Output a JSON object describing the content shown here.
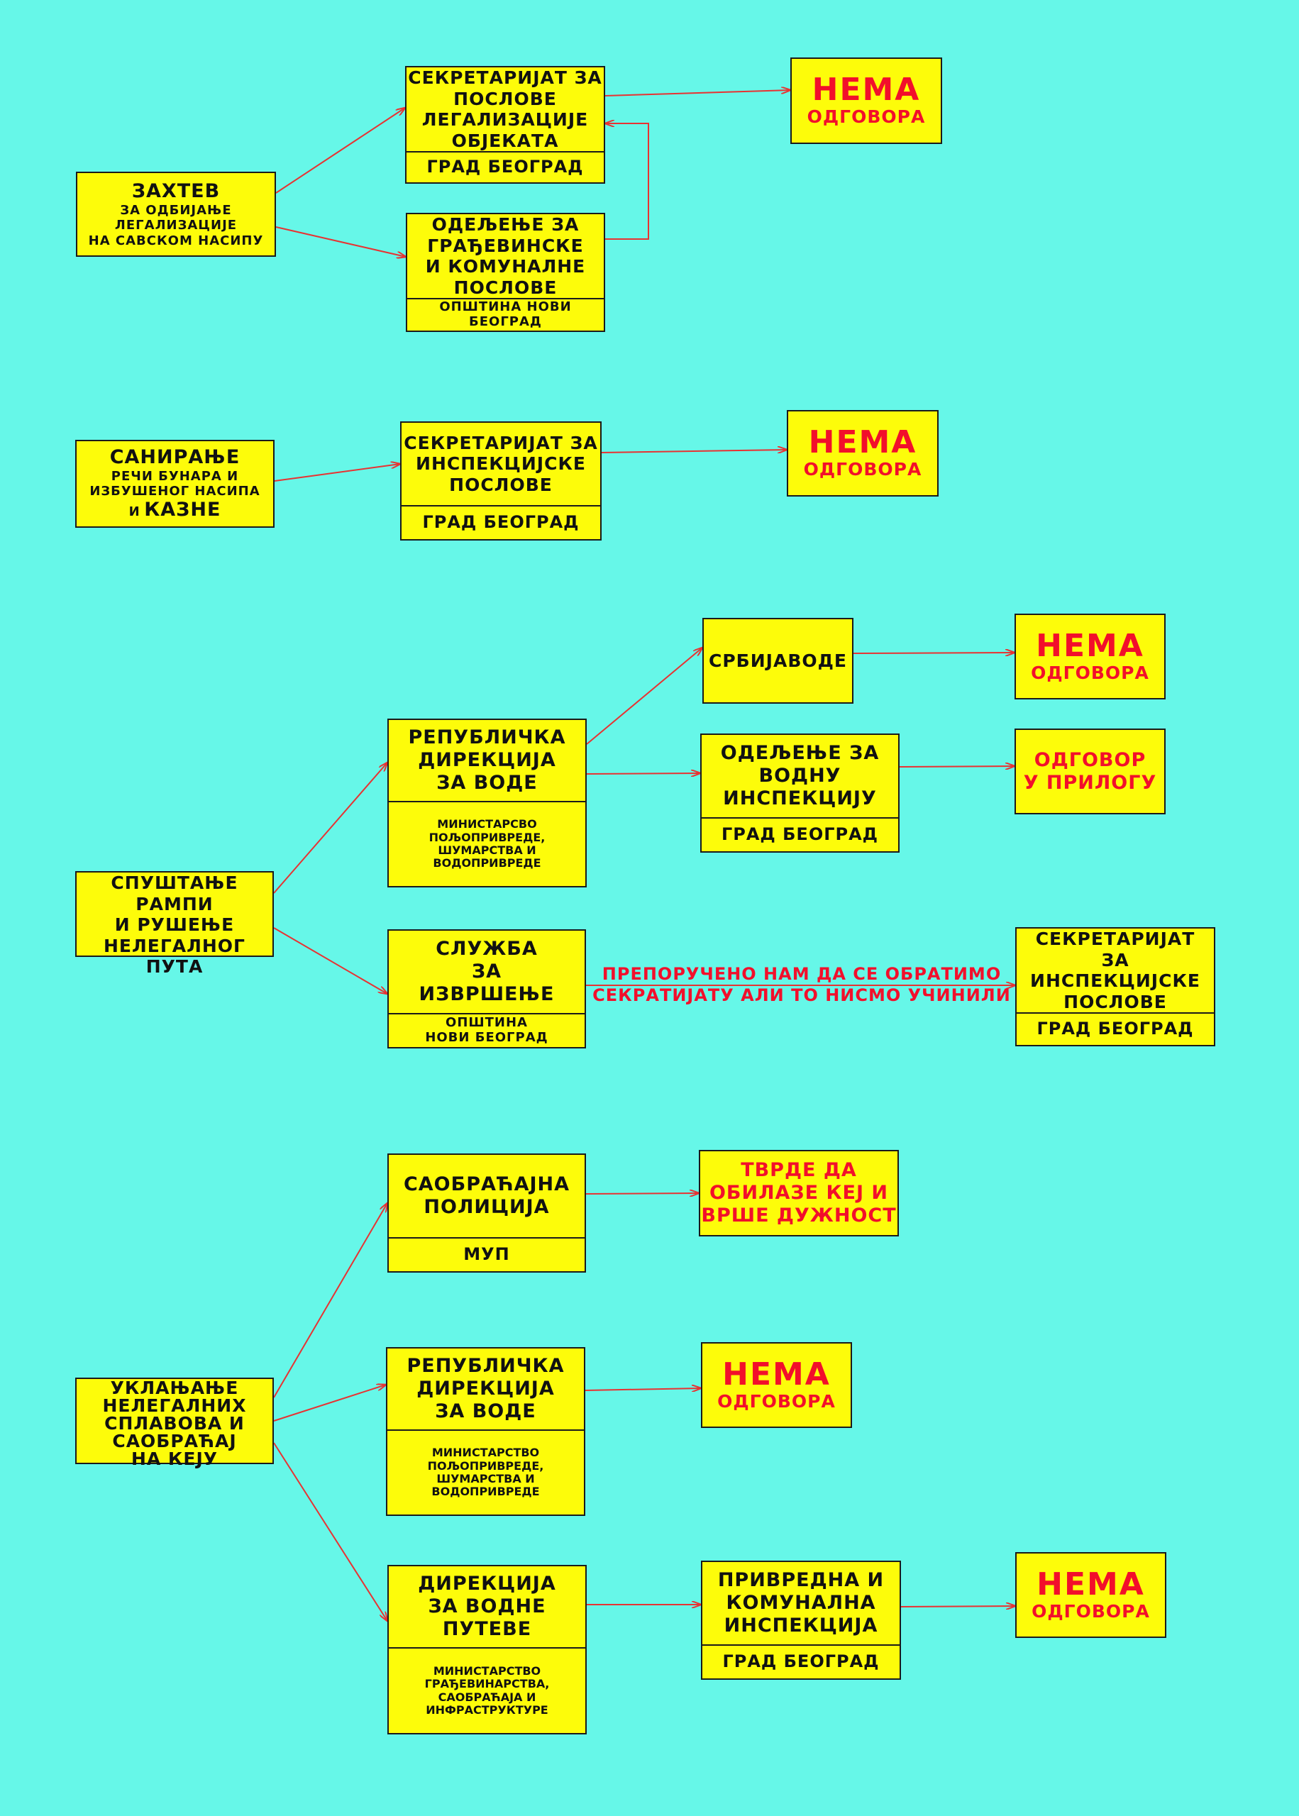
{
  "colors": {
    "background": "#66f7e8",
    "box": "#fdfc0a",
    "arrow": "#e83232",
    "red_text": "#f20f2b"
  },
  "section1": {
    "request": {
      "title": "ЗАХТЕВ",
      "lines": [
        "ЗА ОДБИЈАЊЕ",
        "ЛЕГАЛИЗАЦИЈЕ",
        "НА САВСКОМ НАСИПУ"
      ]
    },
    "secretariat": {
      "lines": [
        "СЕКРЕТАРИЈАТ ЗА",
        "ПОСЛОВЕ",
        "ЛЕГАЛИЗАЦИЈЕ",
        "ОБЈЕКАТА"
      ],
      "org": "ГРАД БЕОГРАД"
    },
    "department": {
      "lines": [
        "ОДЕЉЕЊЕ ЗА",
        "ГРАЂЕВИНСКЕ",
        "И КОМУНАЛНЕ",
        "ПОСЛОВЕ"
      ],
      "org": "ОПШТИНА НОВИ БЕОГРАД"
    },
    "result": {
      "big": "НЕМА",
      "small": "ОДГОВОРА"
    }
  },
  "section2": {
    "request": {
      "title": "САНИРАЊЕ",
      "lines": [
        "РЕЧИ БУНАРА И",
        "ИЗБУШЕНОГ НАСИПА"
      ],
      "last_prefix": "и",
      "last_word": "КАЗНЕ"
    },
    "secretariat": {
      "lines": [
        "СЕКРЕТАРИЈАТ ЗА",
        "ИНСПЕКЦИЈСКЕ",
        "ПОСЛОВЕ"
      ],
      "org": "ГРАД БЕОГРАД"
    },
    "result": {
      "big": "НЕМА",
      "small": "ОДГОВОРА"
    }
  },
  "section3": {
    "request": {
      "lines": [
        "СПУШТАЊЕ РАМПИ",
        "И РУШЕЊЕ",
        "НЕЛЕГАЛНОГ ПУТА"
      ]
    },
    "directorate": {
      "lines": [
        "РЕПУБЛИЧКА",
        "ДИРЕКЦИЈА",
        "ЗА ВОДЕ"
      ],
      "org_lines": [
        "МИНИСТАРСВО",
        "ПОЉОПРИВРЕДЕ,",
        "ШУМАРСТВА И",
        "ВОДОПРИВРЕДЕ"
      ]
    },
    "srbijavode": {
      "label": "СРБИЈАВОДЕ"
    },
    "result_srbijavode": {
      "big": "НЕМА",
      "small": "ОДГОВОРА"
    },
    "water_inspection": {
      "lines": [
        "ОДЕЉЕЊЕ ЗА",
        "ВОДНУ",
        "ИНСПЕКЦИЈУ"
      ],
      "org": "ГРАД БЕОГРАД"
    },
    "result_inspection": {
      "lines": [
        "ОДГОВОР",
        "У ПРИЛОГУ"
      ]
    },
    "enforcement": {
      "lines": [
        "СЛУЖБА",
        "ЗА",
        "ИЗВРШЕЊЕ"
      ],
      "org_lines": [
        "ОПШТИНА",
        "НОВИ БЕОГРАД"
      ]
    },
    "note": {
      "lines": [
        "ПРЕПОРУЧЕНО НАМ ДА СЕ ОБРАТИМО",
        "СЕКРАТИЈАТУ АЛИ ТО НИСМО УЧИНИЛИ"
      ]
    },
    "secretariat": {
      "lines": [
        "СЕКРЕТАРИЈАТ",
        "ЗА ИНСПЕКЦИЈСКЕ",
        "ПОСЛОВЕ"
      ],
      "org": "ГРАД БЕОГРАД"
    }
  },
  "section4": {
    "request": {
      "lines": [
        "УКЛАЊАЊЕ",
        "НЕЛЕГАЛНИХ",
        "СПЛАВОВА И",
        "САОБРАЋАЈ",
        "НА КЕЈУ"
      ]
    },
    "police": {
      "lines": [
        "САОБРАЋАЈНА",
        "ПОЛИЦИЈА"
      ],
      "org": "МУП"
    },
    "result_police": {
      "lines": [
        "ТВРДЕ ДА",
        "ОБИЛАЗЕ КЕЈ И",
        "ВРШЕ ДУЖНОСТ"
      ]
    },
    "directorate": {
      "lines": [
        "РЕПУБЛИЧКА",
        "ДИРЕКЦИЈА",
        "ЗА ВОДЕ"
      ],
      "org_lines": [
        "МИНИСТАРСТВО",
        "ПОЉОПРИВРЕДЕ,",
        "ШУМАРСТВА И",
        "ВОДОПРИВРЕДЕ"
      ]
    },
    "result_directorate": {
      "big": "НЕМА",
      "small": "ОДГОВОРА"
    },
    "waterways": {
      "lines": [
        "ДИРЕКЦИЈА",
        "ЗА ВОДНЕ",
        "ПУТЕВЕ"
      ],
      "org_lines": [
        "МИНИСТАРСТВО",
        "ГРАЂЕВИНАРСТВА,",
        "САОБРАЋАЈА И",
        "ИНФРАСТРУКТУРЕ"
      ]
    },
    "commercial_inspection": {
      "lines": [
        "ПРИВРЕДНА И",
        "КОМУНАЛНА",
        "ИНСПЕКЦИЈА"
      ],
      "org": "ГРАД БЕОГРАД"
    },
    "result_waterways": {
      "big": "НЕМА",
      "small": "ОДГОВОРА"
    }
  }
}
